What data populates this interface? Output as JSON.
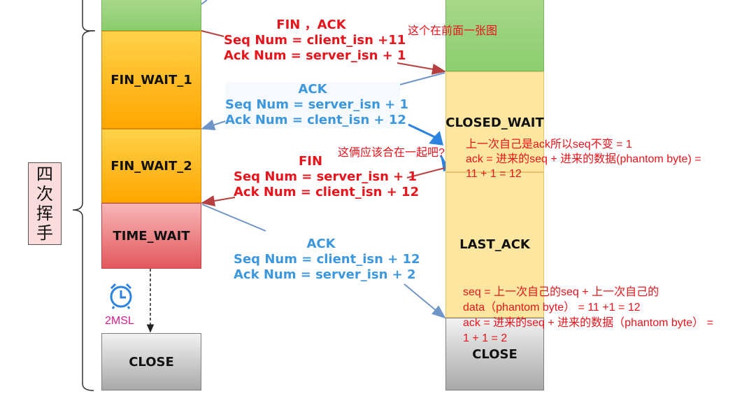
{
  "side_label": [
    "四",
    "次",
    "挥",
    "手"
  ],
  "left_column": {
    "states": {
      "fin_wait_1": "FIN_WAIT_1",
      "fin_wait_2": "FIN_WAIT_2",
      "time_wait": "TIME_WAIT",
      "close": "CLOSE"
    },
    "timer_label": "2MSL"
  },
  "right_column": {
    "states": {
      "closed_wait": "CLOSED_WAIT",
      "last_ack": "LAST_ACK",
      "close": "CLOSE"
    }
  },
  "messages": [
    {
      "title": "FIN ，ACK",
      "line1": "Seq Num = client_isn +11",
      "line2": "Ack Num = server_isn + 1"
    },
    {
      "title": "ACK",
      "line1": "Seq Num = server_isn + 1",
      "line2": "Ack Num = clent_isn + 12"
    },
    {
      "title": "FIN",
      "line1": "Seq Num = server_isn + 1",
      "line2": "Ack Num = client_isn + 12"
    },
    {
      "title": "ACK",
      "line1": "Seq Num = client_isn + 12",
      "line2": "Ack Num = server_isn + 2"
    }
  ],
  "annotations": {
    "previous_figure": "这个在前面一张图",
    "question": "这俩应该合在一起吧?",
    "closed_wait_note": [
      "上一次自己是ack所以seq不变 = 1",
      "ack = 进来的seq + 进来的数据(phantom byte) =",
      "11 + 1 = 12"
    ],
    "last_ack_note": [
      "seq = 上一次自己的seq + 上一次自己的",
      "data（phantom byte） = 11 +1 = 12",
      "ack = 进来的seq + 进来的数据（phantom byte） =",
      "1 + 1 = 2"
    ]
  },
  "colors": {
    "red_text": "#e8141b",
    "blue_text": "#3d97dd",
    "red_arrow": "#b5403f",
    "blue_arrow": "#6f95c8"
  }
}
